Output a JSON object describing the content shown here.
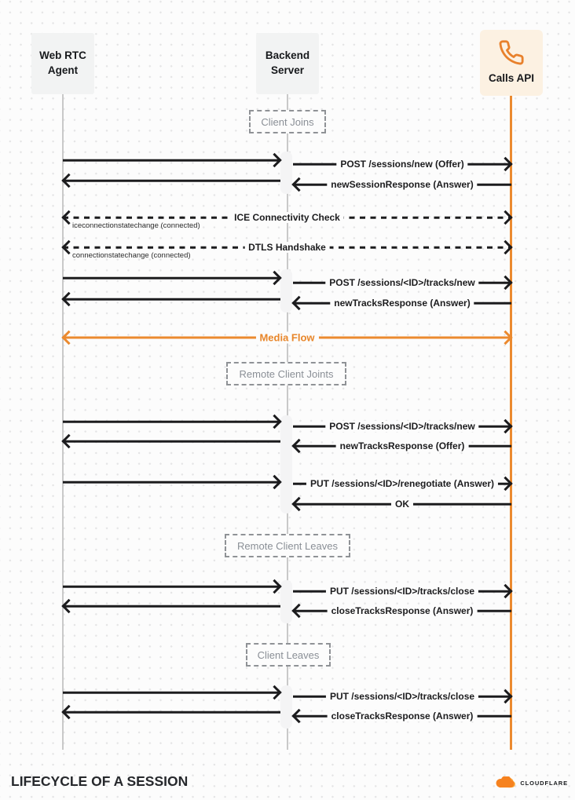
{
  "title": "LIFECYCLE OF A SESSION",
  "brand": {
    "name": "CLOUDFLARE"
  },
  "colors": {
    "accent_orange": "#EB8A2F",
    "logo_orange": "#F6821F",
    "logo_light_orange": "#FBAD41",
    "arrow_black": "#1C1C1E",
    "lifeline_gray": "#C9C9C9",
    "actor_box_gray": "#F2F3F3",
    "calls_box_cream": "#FCF1E2"
  },
  "actors": [
    {
      "id": "webrtc-agent",
      "label": "Web RTC Agent"
    },
    {
      "id": "backend-server",
      "label": "Backend Server"
    },
    {
      "id": "calls-api",
      "label": "Calls API",
      "icon": "phone-icon"
    }
  ],
  "phases": [
    {
      "label": "Client Joins"
    },
    {
      "label": "Remote Client Joints"
    },
    {
      "label": "Remote Client Leaves"
    },
    {
      "label": "Client Leaves"
    }
  ],
  "messages": {
    "m1": {
      "from": "Backend Server",
      "to": "Calls API",
      "label": "POST /sessions/new (Offer)"
    },
    "m2": {
      "from": "Calls API",
      "to": "Backend Server",
      "label": "newSessionResponse (Answer)"
    },
    "ice": {
      "from": "Web RTC Agent",
      "to": "Calls API",
      "bidirectional": true,
      "label": "ICE Connectivity Check",
      "note": "iceconnectionstatechange (connected)"
    },
    "dtls": {
      "from": "Web RTC Agent",
      "to": "Calls API",
      "bidirectional": true,
      "label": "DTLS Handshake",
      "note": "connectionstatechange (connected)"
    },
    "m3": {
      "from": "Backend Server",
      "to": "Calls API",
      "label": "POST /sessions/<ID>/tracks/new"
    },
    "m4": {
      "from": "Calls API",
      "to": "Backend Server",
      "label": "newTracksResponse (Answer)"
    },
    "media": {
      "from": "Web RTC Agent",
      "to": "Calls API",
      "bidirectional": true,
      "label": "Media Flow"
    },
    "m5": {
      "from": "Backend Server",
      "to": "Calls API",
      "label": "POST /sessions/<ID>/tracks/new"
    },
    "m6": {
      "from": "Calls API",
      "to": "Backend Server",
      "label": "newTracksResponse (Offer)"
    },
    "m7": {
      "from": "Backend Server",
      "to": "Calls API",
      "label": "PUT /sessions/<ID>/renegotiate (Answer)"
    },
    "m8": {
      "from": "Calls API",
      "to": "Backend Server",
      "label": "OK"
    },
    "m9": {
      "from": "Backend Server",
      "to": "Calls API",
      "label": "PUT /sessions/<ID>/tracks/close"
    },
    "m10": {
      "from": "Calls API",
      "to": "Backend Server",
      "label": "closeTracksResponse (Answer)"
    },
    "m11": {
      "from": "Backend Server",
      "to": "Calls API",
      "label": "PUT /sessions/<ID>/tracks/close"
    },
    "m12": {
      "from": "Calls API",
      "to": "Backend Server",
      "label": "closeTracksResponse (Answer)"
    }
  }
}
